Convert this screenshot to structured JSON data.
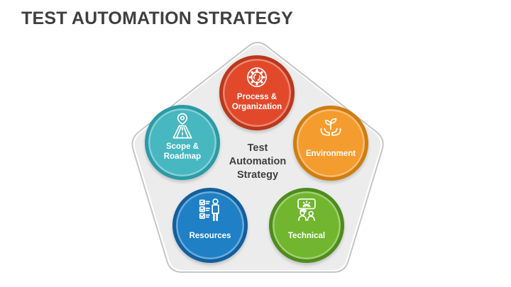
{
  "slide": {
    "title": "TEST AUTOMATION STRATEGY",
    "title_color": "#3F3F3F",
    "center_label": {
      "lines": [
        "Test",
        "Automation",
        "Strategy"
      ],
      "color": "#404040"
    },
    "pentagon": {
      "fill": "#ECECEC",
      "outer_fill": "#FFFFFF",
      "border": "#C5C5C5"
    },
    "nodes": [
      {
        "id": "process-organization",
        "label_lines": [
          "Process &",
          "Organization"
        ],
        "icon": "gear-sync-icon",
        "fill": "#E2492B",
        "ring": "#BA381B"
      },
      {
        "id": "environment",
        "label_lines": [
          "Environment"
        ],
        "icon": "hands-plant-icon",
        "fill": "#F49C2D",
        "ring": "#D07D10"
      },
      {
        "id": "technical",
        "label_lines": [
          "Technical"
        ],
        "icon": "people-chat-gear-icon",
        "fill": "#71B62E",
        "ring": "#4E8C1D"
      },
      {
        "id": "resources",
        "label_lines": [
          "Resources"
        ],
        "icon": "checklist-person-icon",
        "fill": "#1F80C6",
        "ring": "#135F9E"
      },
      {
        "id": "scope-roadmap",
        "label_lines": [
          "Scope &",
          "Roadmap"
        ],
        "icon": "roadmap-pin-icon",
        "fill": "#47B7C0",
        "ring": "#2A9BA6"
      }
    ]
  }
}
